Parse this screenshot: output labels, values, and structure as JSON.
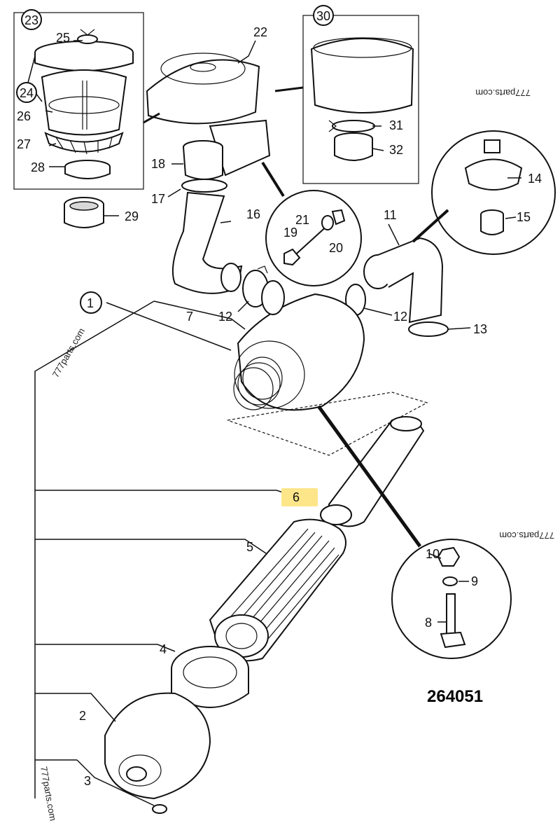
{
  "catalog_number": "264051",
  "watermark": "777parts.com",
  "highlight_color": "#fde68a",
  "callouts": {
    "c1": "1",
    "c2": "2",
    "c3": "3",
    "c4": "4",
    "c5": "5",
    "c6": "6",
    "c7": "7",
    "c8": "8",
    "c9": "9",
    "c10": "10",
    "c11": "11",
    "c12a": "12",
    "c12b": "12",
    "c13": "13",
    "c14": "14",
    "c15": "15",
    "c16": "16",
    "c17": "17",
    "c18": "18",
    "c19": "19",
    "c20": "20",
    "c21": "21",
    "c22": "22",
    "c23": "23",
    "c24": "24",
    "c25": "25",
    "c26": "26",
    "c27": "27",
    "c28": "28",
    "c29": "29",
    "c30": "30",
    "c31": "31",
    "c32": "32"
  }
}
